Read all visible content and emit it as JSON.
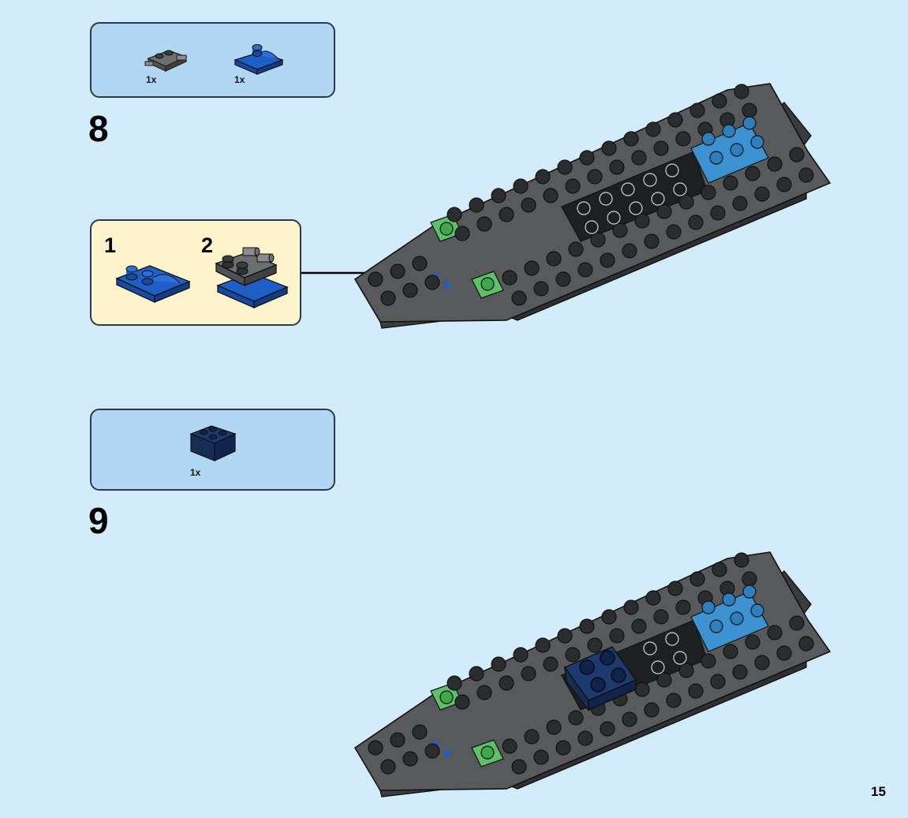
{
  "page_number": "15",
  "colors": {
    "background": "#d3ecfb",
    "parts_box": "#b2d7f2",
    "submodel_box": "#fdf4cd",
    "dark_gray": "#58595b",
    "blue": "#1f5fc8",
    "medium_azure": "#3d93d1",
    "dark_blue": "#1c3a6e",
    "green_highlight": "#5fbf6a"
  },
  "steps": [
    {
      "number": "8",
      "parts": [
        {
          "part": "gray-plate-with-clips",
          "qty": "1x"
        },
        {
          "part": "blue-curved-slope-plate",
          "qty": "1x"
        }
      ],
      "submodel": {
        "substeps": [
          "1",
          "2"
        ],
        "arrow_icon": "arrow-right-icon"
      }
    },
    {
      "number": "9",
      "parts": [
        {
          "part": "dark-blue-brick-2x2",
          "qty": "1x"
        }
      ]
    }
  ]
}
